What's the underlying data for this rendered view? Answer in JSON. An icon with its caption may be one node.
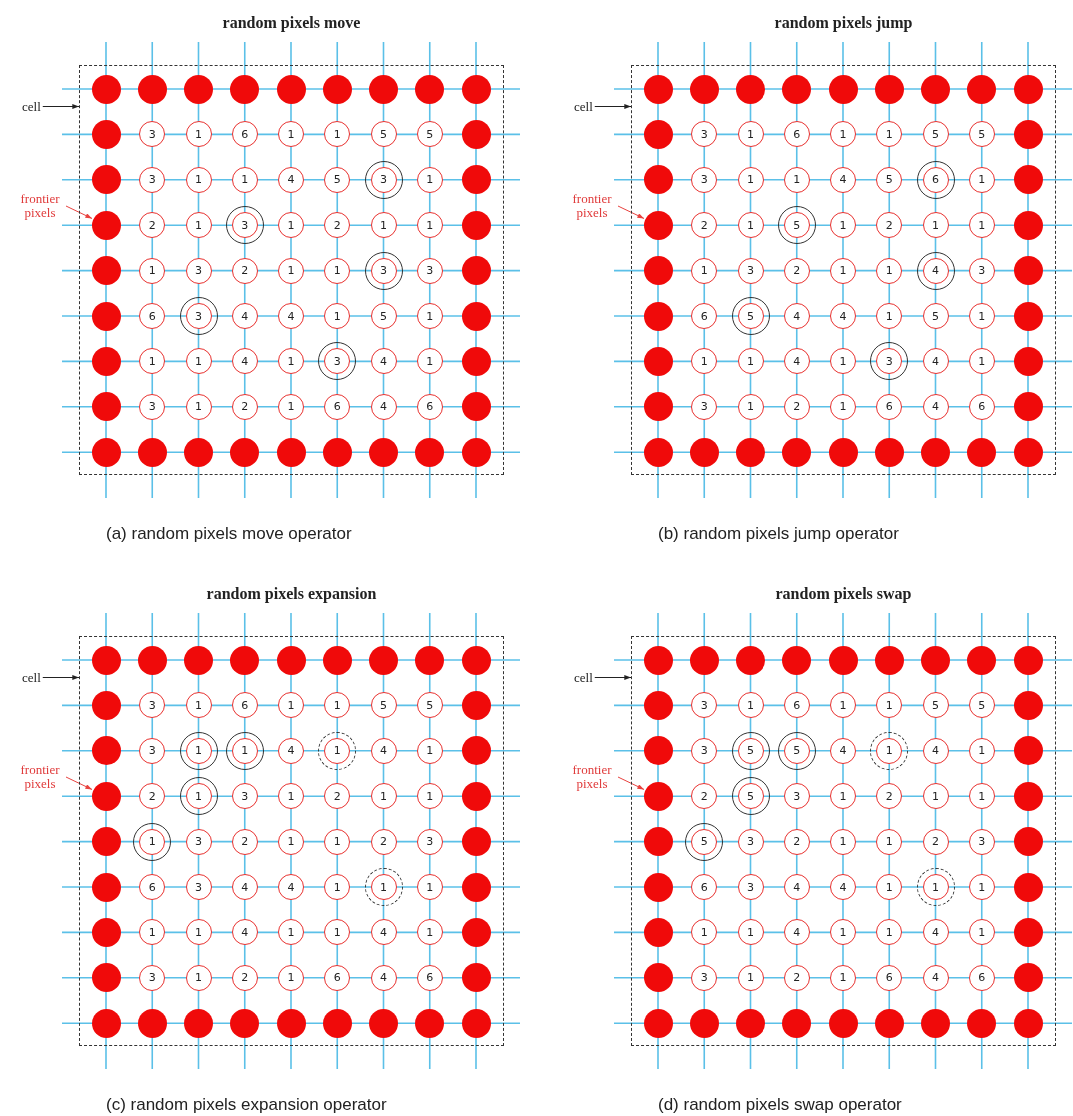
{
  "diagram": {
    "nodes": [
      {
        "text": [
          "random pixels move"
        ],
        "beside": [
          "(a) random pixels move operator"
        ]
      },
      {
        "text": [
          "cell"
        ]
      },
      {
        "text": [
          "frontier pixels"
        ]
      },
      {
        "text": [],
        "shape": "circle",
        "in": 0
      },
      {
        "text": [],
        "shape": "circle",
        "in": 0
      },
      {
        "text": [],
        "shape": "circle",
        "in": 0
      },
      {
        "text": [],
        "shape": "circle",
        "in": 0
      },
      {
        "text": [],
        "shape": "circle",
        "in": 0
      },
      {
        "text": [],
        "shape": "circle",
        "in": 0
      },
      {
        "text": [],
        "shape": "circle",
        "in": 0
      },
      {
        "text": [],
        "shape": "circle",
        "in": 0
      },
      {
        "text": [],
        "shape": "circle",
        "in": 0
      },
      {
        "text": [],
        "shape": "circle",
        "in": 0
      },
      {
        "text": [
          "3"
        ],
        "in": 0
      },
      {
        "text": [
          "1"
        ],
        "in": 0
      },
      {
        "text": [
          "6"
        ],
        "in": 0
      },
      {
        "text": [
          "1"
        ],
        "in": 0
      },
      {
        "text": [
          "1"
        ],
        "in": 0
      },
      {
        "text": [
          "5"
        ],
        "in": 0
      },
      {
        "text": [
          "5"
        ],
        "in": 0
      },
      {
        "text": [],
        "shape": "circle",
        "in": 0
      },
      {
        "text": [],
        "shape": "circle",
        "in": 0
      },
      {
        "text": [
          "3"
        ],
        "in": 0
      },
      {
        "text": [
          "1"
        ],
        "in": 0
      },
      {
        "text": [
          "1"
        ],
        "in": 0
      },
      {
        "text": [
          "4"
        ],
        "in": 0
      },
      {
        "text": [
          "5"
        ],
        "in": 0
      },
      {
        "text": [],
        "shape": "ring",
        "in": 0
      },
      {
        "text": [
          "3"
        ],
        "in": 27
      },
      {
        "text": [
          "1"
        ],
        "in": 0
      },
      {
        "text": [],
        "shape": "circle",
        "in": 0
      },
      {
        "text": [],
        "shape": "circle",
        "in": 0
      },
      {
        "text": [
          "2"
        ],
        "in": 0
      },
      {
        "text": [
          "1"
        ],
        "in": 0
      },
      {
        "text": [],
        "shape": "ring",
        "in": 0
      },
      {
        "text": [
          "3"
        ],
        "in": 34
      },
      {
        "text": [
          "1"
        ],
        "in": 0
      },
      {
        "text": [
          "2"
        ],
        "in": 0
      },
      {
        "text": [
          "1"
        ],
        "in": 0
      },
      {
        "text": [
          "1"
        ],
        "in": 0
      },
      {
        "text": [],
        "shape": "circle",
        "in": 0
      },
      {
        "text": [],
        "shape": "circle",
        "in": 0
      },
      {
        "text": [
          "1"
        ],
        "in": 0
      },
      {
        "text": [
          "3"
        ],
        "in": 0
      },
      {
        "text": [
          "2"
        ],
        "in": 0
      },
      {
        "text": [
          "1"
        ],
        "in": 0
      },
      {
        "text": [
          "1"
        ],
        "in": 0
      },
      {
        "text": [],
        "shape": "ring",
        "in": 0
      },
      {
        "text": [
          "3"
        ],
        "in": 47
      },
      {
        "text": [
          "3"
        ],
        "in": 0
      },
      {
        "text": [],
        "shape": "circle",
        "in": 0
      },
      {
        "text": [],
        "shape": "circle",
        "in": 0
      },
      {
        "text": [
          "6"
        ],
        "in": 0
      },
      {
        "text": [],
        "shape": "ring",
        "in": 0
      },
      {
        "text": [
          "3"
        ],
        "in": 53
      },
      {
        "text": [
          "4"
        ],
        "in": 0
      },
      {
        "text": [
          "4"
        ],
        "in": 0
      },
      {
        "text": [
          "1"
        ],
        "in": 0
      },
      {
        "text": [
          "5"
        ],
        "in": 0
      },
      {
        "text": [
          "1"
        ],
        "in": 0
      },
      {
        "text": [],
        "shape": "circle",
        "in": 0
      },
      {
        "text": [],
        "shape": "circle",
        "in": 0
      },
      {
        "text": [
          "1"
        ],
        "in": 0
      },
      {
        "text": [
          "1"
        ],
        "in": 0
      },
      {
        "text": [
          "4"
        ],
        "in": 0
      },
      {
        "text": [
          "1"
        ],
        "in": 0
      },
      {
        "text": [],
        "shape": "ring",
        "in": 0
      },
      {
        "text": [
          "3"
        ],
        "in": 66
      },
      {
        "text": [
          "4"
        ],
        "in": 0
      },
      {
        "text": [
          "1"
        ],
        "in": 0
      },
      {
        "text": [],
        "shape": "circle",
        "in": 0
      },
      {
        "text": [],
        "shape": "circle",
        "in": 0
      },
      {
        "text": [
          "3"
        ],
        "in": 0
      },
      {
        "text": [
          "1"
        ],
        "in": 0
      },
      {
        "text": [
          "2"
        ],
        "in": 0
      },
      {
        "text": [
          "1"
        ],
        "in": 0
      },
      {
        "text": [
          "6"
        ],
        "in": 0
      },
      {
        "text": [
          "4"
        ],
        "in": 0
      },
      {
        "text": [
          "6"
        ],
        "in": 0
      },
      {
        "text": [],
        "shape": "circle",
        "in": 0
      },
      {
        "text": [],
        "shape": "circle",
        "in": 0
      },
      {
        "text": [],
        "shape": "circle",
        "in": 0
      },
      {
        "text": [],
        "shape": "circle",
        "in": 0
      },
      {
        "text": [],
        "shape": "circle",
        "in": 0
      },
      {
        "text": [],
        "shape": "circle",
        "in": 0
      },
      {
        "text": [],
        "shape": "circle",
        "in": 0
      },
      {
        "text": [],
        "shape": "circle",
        "in": 0
      },
      {
        "text": [],
        "shape": "circle",
        "in": 0
      },
      {
        "text": [],
        "shape": "circle",
        "in": 0
      },
      {
        "text": [
          "random pixels jump"
        ],
        "beside": [
          "(b) random pixels jump operator"
        ]
      },
      {
        "text": [
          "cell"
        ]
      },
      {
        "text": [
          "frontier pixels"
        ]
      },
      {
        "text": [],
        "shape": "circle",
        "in": 89
      },
      {
        "text": [],
        "shape": "circle",
        "in": 89
      },
      {
        "text": [],
        "shape": "circle",
        "in": 89
      },
      {
        "text": [],
        "shape": "circle",
        "in": 89
      },
      {
        "text": [],
        "shape": "circle",
        "in": 89
      },
      {
        "text": [],
        "shape": "circle",
        "in": 89
      },
      {
        "text": [],
        "shape": "circle",
        "in": 89
      },
      {
        "text": [],
        "shape": "circle",
        "in": 89
      },
      {
        "text": [],
        "shape": "circle",
        "in": 89
      },
      {
        "text": [],
        "shape": "circle",
        "in": 89
      },
      {
        "text": [
          "3"
        ],
        "in": 89
      },
      {
        "text": [
          "1"
        ],
        "in": 89
      },
      {
        "text": [
          "6"
        ],
        "in": 89
      },
      {
        "text": [
          "1"
        ],
        "in": 89
      },
      {
        "text": [
          "1"
        ],
        "in": 89
      },
      {
        "text": [
          "5"
        ],
        "in": 89
      },
      {
        "text": [
          "5"
        ],
        "in": 89
      },
      {
        "text": [],
        "shape": "circle",
        "in": 89
      },
      {
        "text": [],
        "shape": "circle",
        "in": 89
      },
      {
        "text": [
          "3"
        ],
        "in": 89
      },
      {
        "text": [
          "1"
        ],
        "in": 89
      },
      {
        "text": [
          "1"
        ],
        "in": 89
      },
      {
        "text": [
          "4"
        ],
        "in": 89
      },
      {
        "text": [
          "5"
        ],
        "in": 89
      },
      {
        "text": [],
        "shape": "ring",
        "in": 89
      },
      {
        "text": [
          "6"
        ],
        "in": 116
      },
      {
        "text": [
          "1"
        ],
        "in": 89
      },
      {
        "text": [],
        "shape": "circle",
        "in": 89
      },
      {
        "text": [],
        "shape": "circle",
        "in": 89
      },
      {
        "text": [
          "2"
        ],
        "in": 89
      },
      {
        "text": [
          "1"
        ],
        "in": 89
      },
      {
        "text": [],
        "shape": "ring",
        "in": 89
      },
      {
        "text": [
          "5"
        ],
        "in": 123
      },
      {
        "text": [
          "1"
        ],
        "in": 89
      },
      {
        "text": [
          "2"
        ],
        "in": 89
      },
      {
        "text": [
          "1"
        ],
        "in": 89
      },
      {
        "text": [
          "1"
        ],
        "in": 89
      },
      {
        "text": [],
        "shape": "circle",
        "in": 89
      },
      {
        "text": [],
        "shape": "circle",
        "in": 89
      },
      {
        "text": [
          "1"
        ],
        "in": 89
      },
      {
        "text": [
          "3"
        ],
        "in": 89
      },
      {
        "text": [
          "2"
        ],
        "in": 89
      },
      {
        "text": [
          "1"
        ],
        "in": 89
      },
      {
        "text": [
          "1"
        ],
        "in": 89
      },
      {
        "text": [],
        "shape": "ring",
        "in": 89
      },
      {
        "text": [
          "4"
        ],
        "in": 136
      },
      {
        "text": [
          "3"
        ],
        "in": 89
      },
      {
        "text": [],
        "shape": "circle",
        "in": 89
      },
      {
        "text": [],
        "shape": "circle",
        "in": 89
      },
      {
        "text": [
          "6"
        ],
        "in": 89
      },
      {
        "text": [],
        "shape": "ring",
        "in": 89
      },
      {
        "text": [
          "5"
        ],
        "in": 142
      },
      {
        "text": [
          "4"
        ],
        "in": 89
      },
      {
        "text": [
          "4"
        ],
        "in": 89
      },
      {
        "text": [
          "1"
        ],
        "in": 89
      },
      {
        "text": [
          "5"
        ],
        "in": 89
      },
      {
        "text": [
          "1"
        ],
        "in": 89
      },
      {
        "text": [],
        "shape": "circle",
        "in": 89
      },
      {
        "text": [],
        "shape": "circle",
        "in": 89
      },
      {
        "text": [
          "1"
        ],
        "in": 89
      },
      {
        "text": [
          "1"
        ],
        "in": 89
      },
      {
        "text": [
          "4"
        ],
        "in": 89
      },
      {
        "text": [
          "1"
        ],
        "in": 89
      },
      {
        "text": [],
        "shape": "ring",
        "in": 89
      },
      {
        "text": [
          "3"
        ],
        "in": 155
      },
      {
        "text": [
          "4"
        ],
        "in": 89
      },
      {
        "text": [
          "1"
        ],
        "in": 89
      },
      {
        "text": [],
        "shape": "circle",
        "in": 89
      },
      {
        "text": [],
        "shape": "circle",
        "in": 89
      },
      {
        "text": [
          "3"
        ],
        "in": 89
      },
      {
        "text": [
          "1"
        ],
        "in": 89
      },
      {
        "text": [
          "2"
        ],
        "in": 89
      },
      {
        "text": [
          "1"
        ],
        "in": 89
      },
      {
        "text": [
          "6"
        ],
        "in": 89
      },
      {
        "text": [
          "4"
        ],
        "in": 89
      },
      {
        "text": [
          "6"
        ],
        "in": 89
      },
      {
        "text": [],
        "shape": "circle",
        "in": 89
      },
      {
        "text": [],
        "shape": "circle",
        "in": 89
      },
      {
        "text": [],
        "shape": "circle",
        "in": 89
      },
      {
        "text": [],
        "shape": "circle",
        "in": 89
      },
      {
        "text": [],
        "shape": "circle",
        "in": 89
      },
      {
        "text": [],
        "shape": "circle",
        "in": 89
      },
      {
        "text": [],
        "shape": "circle",
        "in": 89
      },
      {
        "text": [],
        "shape": "circle",
        "in": 89
      },
      {
        "text": [],
        "shape": "circle",
        "in": 89
      },
      {
        "text": [],
        "shape": "circle",
        "in": 89
      },
      {
        "text": [
          "random pixels expansion"
        ],
        "beside": [
          "(c) random pixels expansion operator"
        ]
      },
      {
        "text": [
          "cell"
        ]
      },
      {
        "text": [
          "frontier pixels"
        ]
      },
      {
        "text": [],
        "shape": "circle",
        "in": 178
      },
      {
        "text": [],
        "shape": "circle",
        "in": 178
      },
      {
        "text": [],
        "shape": "circle",
        "in": 178
      },
      {
        "text": [],
        "shape": "circle",
        "in": 178
      },
      {
        "text": [],
        "shape": "circle",
        "in": 178
      },
      {
        "text": [],
        "shape": "circle",
        "in": 178
      },
      {
        "text": [],
        "shape": "circle",
        "in": 178
      },
      {
        "text": [],
        "shape": "circle",
        "in": 178
      },
      {
        "text": [],
        "shape": "circle",
        "in": 178
      },
      {
        "text": [],
        "shape": "circle",
        "in": 178
      },
      {
        "text": [
          "3"
        ],
        "in": 178
      },
      {
        "text": [
          "1"
        ],
        "in": 178
      },
      {
        "text": [
          "6"
        ],
        "in": 178
      },
      {
        "text": [
          "1"
        ],
        "in": 178
      },
      {
        "text": [
          "1"
        ],
        "in": 178
      },
      {
        "text": [
          "5"
        ],
        "in": 178
      },
      {
        "text": [
          "5"
        ],
        "in": 178
      },
      {
        "text": [],
        "shape": "circle",
        "in": 178
      },
      {
        "text": [],
        "shape": "circle",
        "in": 178
      },
      {
        "text": [
          "3"
        ],
        "in": 178
      },
      {
        "text": [],
        "shape": "ring",
        "in": 178
      },
      {
        "text": [
          "1"
        ],
        "in": 201
      },
      {
        "text": [],
        "shape": "ring",
        "in": 178
      },
      {
        "text": [
          "1"
        ],
        "in": 203
      },
      {
        "text": [
          "4"
        ],
        "in": 178
      },
      {
        "text": [],
        "shape": "dashed-ring",
        "in": 178
      },
      {
        "text": [
          "1"
        ],
        "in": 206
      },
      {
        "text": [
          "4"
        ],
        "in": 178
      },
      {
        "text": [
          "1"
        ],
        "in": 178
      },
      {
        "text": [],
        "shape": "circle",
        "in": 178
      },
      {
        "text": [],
        "shape": "circle",
        "in": 178
      },
      {
        "text": [
          "2"
        ],
        "in": 178
      },
      {
        "text": [],
        "shape": "ring",
        "in": 178
      },
      {
        "text": [
          "1"
        ],
        "in": 213
      },
      {
        "text": [
          "3"
        ],
        "in": 178
      },
      {
        "text": [
          "1"
        ],
        "in": 178
      },
      {
        "text": [
          "2"
        ],
        "in": 178
      },
      {
        "text": [
          "1"
        ],
        "in": 178
      },
      {
        "text": [
          "1"
        ],
        "in": 178
      },
      {
        "text": [],
        "shape": "circle",
        "in": 178
      },
      {
        "text": [],
        "shape": "circle",
        "in": 178
      },
      {
        "text": [],
        "shape": "ring",
        "in": 178
      },
      {
        "text": [
          "1"
        ],
        "in": 222
      },
      {
        "text": [
          "3"
        ],
        "in": 178
      },
      {
        "text": [
          "2"
        ],
        "in": 178
      },
      {
        "text": [
          "1"
        ],
        "in": 178
      },
      {
        "text": [
          "1"
        ],
        "in": 178
      },
      {
        "text": [
          "2"
        ],
        "in": 178
      },
      {
        "text": [
          "3"
        ],
        "in": 178
      },
      {
        "text": [],
        "shape": "circle",
        "in": 178
      },
      {
        "text": [],
        "shape": "circle",
        "in": 178
      },
      {
        "text": [
          "6"
        ],
        "in": 178
      },
      {
        "text": [
          "3"
        ],
        "in": 178
      },
      {
        "text": [
          "4"
        ],
        "in": 178
      },
      {
        "text": [
          "4"
        ],
        "in": 178
      },
      {
        "text": [
          "1"
        ],
        "in": 178
      },
      {
        "text": [],
        "shape": "dashed-ring",
        "in": 178
      },
      {
        "text": [
          "1"
        ],
        "in": 237
      },
      {
        "text": [
          "1"
        ],
        "in": 178
      },
      {
        "text": [],
        "shape": "circle",
        "in": 178
      },
      {
        "text": [],
        "shape": "circle",
        "in": 178
      },
      {
        "text": [
          "1"
        ],
        "in": 178
      },
      {
        "text": [
          "1"
        ],
        "in": 178
      },
      {
        "text": [
          "4"
        ],
        "in": 178
      },
      {
        "text": [
          "1"
        ],
        "in": 178
      },
      {
        "text": [
          "1"
        ],
        "in": 178
      },
      {
        "text": [
          "4"
        ],
        "in": 178
      },
      {
        "text": [
          "1"
        ],
        "in": 178
      },
      {
        "text": [],
        "shape": "circle",
        "in": 178
      },
      {
        "text": [],
        "shape": "circle",
        "in": 178
      },
      {
        "text": [
          "3"
        ],
        "in": 178
      },
      {
        "text": [
          "1"
        ],
        "in": 178
      },
      {
        "text": [
          "2"
        ],
        "in": 178
      },
      {
        "text": [
          "1"
        ],
        "in": 178
      },
      {
        "text": [
          "6"
        ],
        "in": 178
      },
      {
        "text": [
          "4"
        ],
        "in": 178
      },
      {
        "text": [
          "6"
        ],
        "in": 178
      },
      {
        "text": [],
        "shape": "circle",
        "in": 178
      },
      {
        "text": [],
        "shape": "circle",
        "in": 178
      },
      {
        "text": [],
        "shape": "circle",
        "in": 178
      },
      {
        "text": [],
        "shape": "circle",
        "in": 178
      },
      {
        "text": [],
        "shape": "circle",
        "in": 178
      },
      {
        "text": [],
        "shape": "circle",
        "in": 178
      },
      {
        "text": [],
        "shape": "circle",
        "in": 178
      },
      {
        "text": [],
        "shape": "circle",
        "in": 178
      },
      {
        "text": [],
        "shape": "circle",
        "in": 178
      },
      {
        "text": [],
        "shape": "circle",
        "in": 178
      },
      {
        "text": [
          "random pixels swap"
        ],
        "beside": [
          "(d) random pixels swap operator"
        ]
      },
      {
        "text": [
          "cell"
        ]
      },
      {
        "text": [
          "frontier pixels"
        ]
      },
      {
        "text": [],
        "shape": "circle",
        "in": 268
      },
      {
        "text": [],
        "shape": "circle",
        "in": 268
      },
      {
        "text": [],
        "shape": "circle",
        "in": 268
      },
      {
        "text": [],
        "shape": "circle",
        "in": 268
      },
      {
        "text": [],
        "shape": "circle",
        "in": 268
      },
      {
        "text": [],
        "shape": "circle",
        "in": 268
      },
      {
        "text": [],
        "shape": "circle",
        "in": 268
      },
      {
        "text": [],
        "shape": "circle",
        "in": 268
      },
      {
        "text": [],
        "shape": "circle",
        "in": 268
      },
      {
        "text": [],
        "shape": "circle",
        "in": 268
      },
      {
        "text": [
          "3"
        ],
        "in": 268
      },
      {
        "text": [
          "1"
        ],
        "in": 268
      },
      {
        "text": [
          "6"
        ],
        "in": 268
      },
      {
        "text": [
          "1"
        ],
        "in": 268
      },
      {
        "text": [
          "1"
        ],
        "in": 268
      },
      {
        "text": [
          "5"
        ],
        "in": 268
      },
      {
        "text": [
          "5"
        ],
        "in": 268
      },
      {
        "text": [],
        "shape": "circle",
        "in": 268
      },
      {
        "text": [],
        "shape": "circle",
        "in": 268
      },
      {
        "text": [
          "3"
        ],
        "in": 268
      },
      {
        "text": [],
        "shape": "ring",
        "in": 268
      },
      {
        "text": [
          "5"
        ],
        "in": 291
      },
      {
        "text": [],
        "shape": "ring",
        "in": 268
      },
      {
        "text": [
          "5"
        ],
        "in": 293
      },
      {
        "text": [
          "4"
        ],
        "in": 268
      },
      {
        "text": [],
        "shape": "dashed-ring",
        "in": 268
      },
      {
        "text": [
          "1"
        ],
        "in": 296
      },
      {
        "text": [
          "4"
        ],
        "in": 268
      },
      {
        "text": [
          "1"
        ],
        "in": 268
      },
      {
        "text": [],
        "shape": "circle",
        "in": 268
      },
      {
        "text": [],
        "shape": "circle",
        "in": 268
      },
      {
        "text": [
          "2"
        ],
        "in": 268
      },
      {
        "text": [],
        "shape": "ring",
        "in": 268
      },
      {
        "text": [
          "5"
        ],
        "in": 303
      },
      {
        "text": [
          "3"
        ],
        "in": 268
      },
      {
        "text": [
          "1"
        ],
        "in": 268
      },
      {
        "text": [
          "2"
        ],
        "in": 268
      },
      {
        "text": [
          "1"
        ],
        "in": 268
      },
      {
        "text": [
          "1"
        ],
        "in": 268
      },
      {
        "text": [],
        "shape": "circle",
        "in": 268
      },
      {
        "text": [],
        "shape": "circle",
        "in": 268
      },
      {
        "text": [],
        "shape": "ring",
        "in": 268
      },
      {
        "text": [
          "5"
        ],
        "in": 312
      },
      {
        "text": [
          "3"
        ],
        "in": 268
      },
      {
        "text": [
          "2"
        ],
        "in": 268
      },
      {
        "text": [
          "1"
        ],
        "in": 268
      },
      {
        "text": [
          "1"
        ],
        "in": 268
      },
      {
        "text": [
          "2"
        ],
        "in": 268
      },
      {
        "text": [
          "3"
        ],
        "in": 268
      },
      {
        "text": [],
        "shape": "circle",
        "in": 268
      },
      {
        "text": [],
        "shape": "circle",
        "in": 268
      },
      {
        "text": [
          "6"
        ],
        "in": 268
      },
      {
        "text": [
          "3"
        ],
        "in": 268
      },
      {
        "text": [
          "4"
        ],
        "in": 268
      },
      {
        "text": [
          "4"
        ],
        "in": 268
      },
      {
        "text": [
          "1"
        ],
        "in": 268
      },
      {
        "text": [],
        "shape": "dashed-ring",
        "in": 268
      },
      {
        "text": [
          "1"
        ],
        "in": 327
      },
      {
        "text": [
          "1"
        ],
        "in": 268
      },
      {
        "text": [],
        "shape": "circle",
        "in": 268
      },
      {
        "text": [],
        "shape": "circle",
        "in": 268
      },
      {
        "text": [
          "1"
        ],
        "in": 268
      },
      {
        "text": [
          "1"
        ],
        "in": 268
      },
      {
        "text": [
          "4"
        ],
        "in": 268
      },
      {
        "text": [
          "1"
        ],
        "in": 268
      },
      {
        "text": [
          "1"
        ],
        "in": 268
      },
      {
        "text": [
          "4"
        ],
        "in": 268
      },
      {
        "text": [
          "1"
        ],
        "in": 268
      },
      {
        "text": [],
        "shape": "circle",
        "in": 268
      },
      {
        "text": [],
        "shape": "circle",
        "in": 268
      },
      {
        "text": [
          "3"
        ],
        "in": 268
      },
      {
        "text": [
          "1"
        ],
        "in": 268
      },
      {
        "text": [
          "2"
        ],
        "in": 268
      },
      {
        "text": [
          "1"
        ],
        "in": 268
      },
      {
        "text": [
          "6"
        ],
        "in": 268
      },
      {
        "text": [
          "4"
        ],
        "in": 268
      },
      {
        "text": [
          "6"
        ],
        "in": 268
      },
      {
        "text": [],
        "shape": "circle",
        "in": 268
      },
      {
        "text": [],
        "shape": "circle",
        "in": 268
      },
      {
        "text": [],
        "shape": "circle",
        "in": 268
      },
      {
        "text": [],
        "shape": "circle",
        "in": 268
      },
      {
        "text": [],
        "shape": "circle",
        "in": 268
      },
      {
        "text": [],
        "shape": "circle",
        "in": 268
      },
      {
        "text": [],
        "shape": "circle",
        "in": 268
      },
      {
        "text": [],
        "shape": "circle",
        "in": 268
      },
      {
        "text": [],
        "shape": "circle",
        "in": 268
      },
      {
        "text": [],
        "shape": "circle",
        "in": 268
      }
    ],
    "edges": [
      {
        "from": 1,
        "to": 0,
        "arrow": "to"
      },
      {
        "from": 2,
        "to": 31,
        "arrow": "to",
        "color": "#e8423f"
      },
      {
        "from": 90,
        "to": 89,
        "arrow": "to"
      },
      {
        "from": 91,
        "to": 120,
        "arrow": "to",
        "color": "#e8423f"
      },
      {
        "from": 179,
        "to": 178,
        "arrow": "to"
      },
      {
        "from": 180,
        "to": 211,
        "arrow": "to",
        "color": "#e8423f"
      },
      {
        "from": 269,
        "to": 268,
        "arrow": "to"
      },
      {
        "from": 270,
        "to": 301,
        "arrow": "to",
        "color": "#e8423f"
      }
    ]
  }
}
